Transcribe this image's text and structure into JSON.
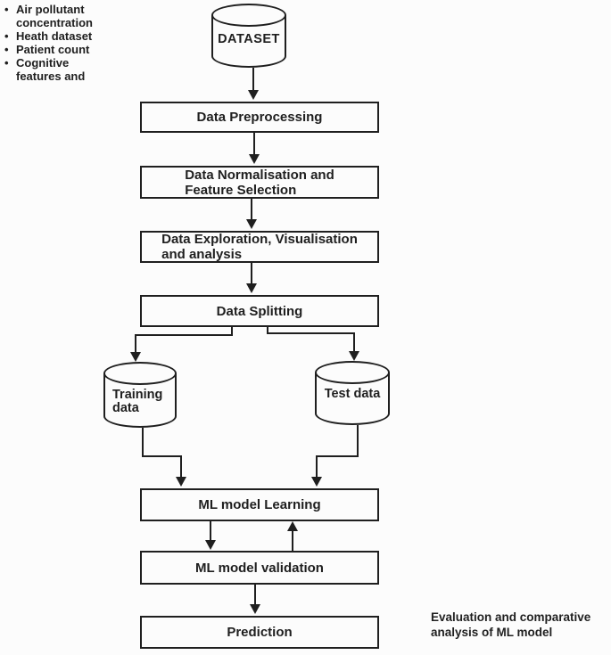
{
  "diagram": {
    "input_notes": {
      "items": [
        {
          "label": "Air pollutant\nconcentration"
        },
        {
          "label": "Heath dataset"
        },
        {
          "label": "Patient count"
        },
        {
          "label": "Cognitive\nfeatures and"
        }
      ]
    },
    "nodes": {
      "dataset": {
        "label": "DATASET",
        "shape": "cylinder"
      },
      "preprocessing": {
        "label": "Data Preprocessing",
        "shape": "rect"
      },
      "normalisation": {
        "label": "Data Normalisation and\nFeature Selection",
        "shape": "rect"
      },
      "exploration": {
        "label": "Data Exploration, Visualisation\nand analysis",
        "shape": "rect"
      },
      "splitting": {
        "label": "Data Splitting",
        "shape": "rect"
      },
      "training_data": {
        "label": "Training\ndata",
        "shape": "cylinder"
      },
      "test_data": {
        "label": "Test data",
        "shape": "cylinder"
      },
      "learning": {
        "label": "ML model Learning",
        "shape": "rect"
      },
      "validation": {
        "label": "ML model validation",
        "shape": "rect"
      },
      "prediction": {
        "label": "Prediction",
        "shape": "rect"
      }
    },
    "edges": [
      {
        "from": "dataset",
        "to": "preprocessing"
      },
      {
        "from": "preprocessing",
        "to": "normalisation"
      },
      {
        "from": "normalisation",
        "to": "exploration"
      },
      {
        "from": "exploration",
        "to": "splitting"
      },
      {
        "from": "splitting",
        "to": "training_data"
      },
      {
        "from": "splitting",
        "to": "test_data"
      },
      {
        "from": "training_data",
        "to": "learning"
      },
      {
        "from": "test_data",
        "to": "learning"
      },
      {
        "from": "learning",
        "to": "validation"
      },
      {
        "from": "validation",
        "to": "learning"
      },
      {
        "from": "validation",
        "to": "prediction"
      }
    ],
    "caption": "Evaluation and comparative\nanalysis of ML model",
    "colors": {
      "ink": "#1f1f1f",
      "paper": "#fcfcfc"
    }
  }
}
